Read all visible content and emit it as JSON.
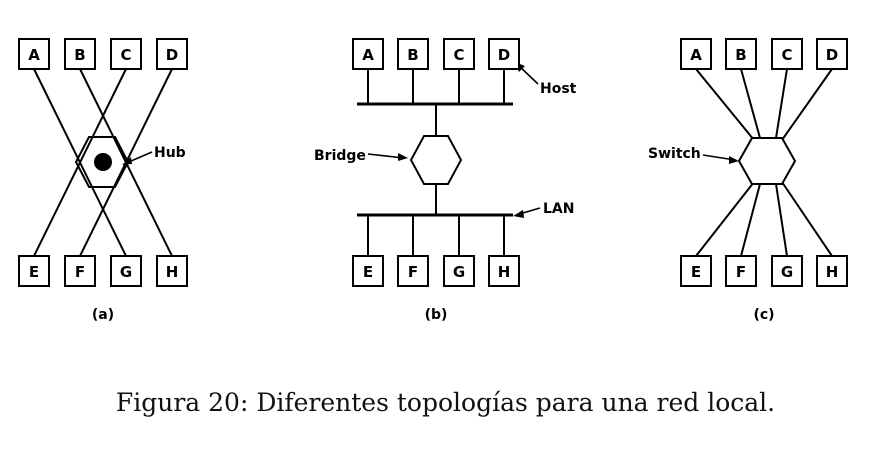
{
  "hosts_top": [
    "A",
    "B",
    "C",
    "D"
  ],
  "hosts_bottom": [
    "E",
    "F",
    "G",
    "H"
  ],
  "labels": {
    "hub": "Hub",
    "host": "Host",
    "bridge": "Bridge",
    "lan": "LAN",
    "switch": "Switch"
  },
  "subfigures": [
    "(a)",
    "(b)",
    "(c)"
  ],
  "caption": "Figura 20: Diferentes topologías para una red local."
}
